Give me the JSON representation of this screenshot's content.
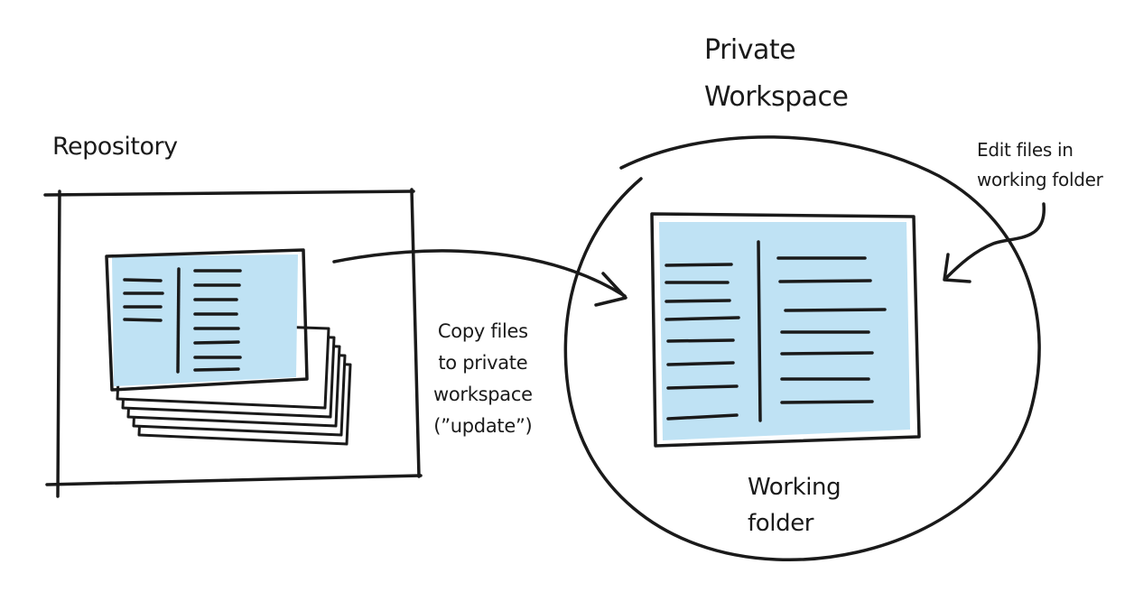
{
  "repository": {
    "label": "Repository"
  },
  "workspace": {
    "title_lines": [
      "Private",
      "Workspace"
    ]
  },
  "copy_note": {
    "lines": [
      "Copy files",
      "to private",
      "workspace",
      "(”update”)"
    ]
  },
  "edit_note": {
    "lines": [
      "Edit files in",
      "working folder"
    ]
  },
  "working_folder": {
    "label_lines": [
      "Working",
      "folder"
    ]
  },
  "colors": {
    "ink": "#1a1a1a",
    "fill": "#bfe2f4",
    "paper": "#ffffff"
  },
  "icons": {
    "file_stack": "stacked-documents-icon",
    "arrow": "curved-arrow-icon"
  }
}
